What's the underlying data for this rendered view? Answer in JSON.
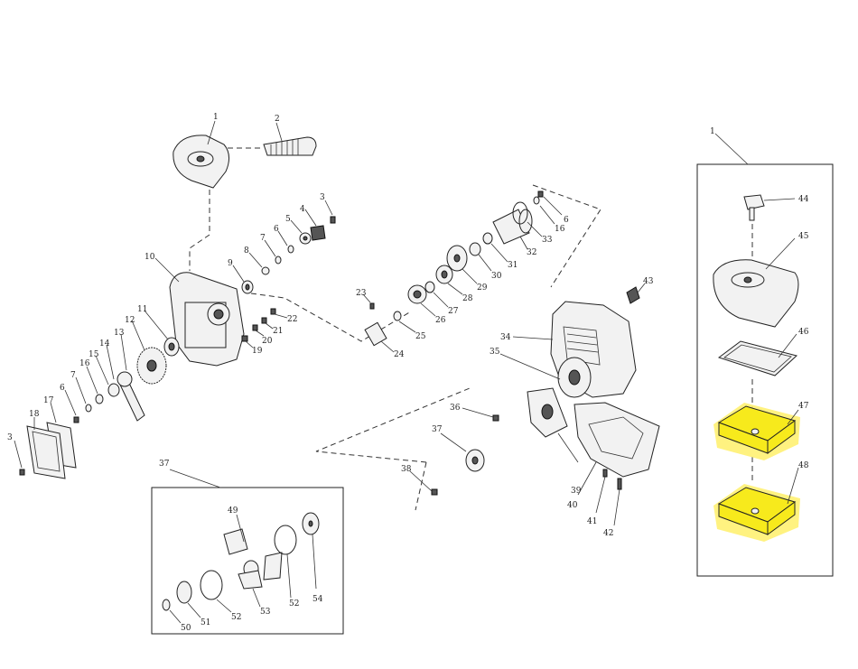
{
  "callouts": {
    "c1": "1",
    "c2": "2",
    "c3a": "3",
    "c3b": "3",
    "c4": "4",
    "c5": "5",
    "c6a": "6",
    "c6b": "6",
    "c6c": "6",
    "c7a": "7",
    "c7b": "7",
    "c8": "8",
    "c9": "9",
    "c10": "10",
    "c11": "11",
    "c12": "12",
    "c13": "13",
    "c14": "14",
    "c15": "15",
    "c16a": "16",
    "c16b": "16",
    "c17": "17",
    "c18": "18",
    "c19": "19",
    "c20": "20",
    "c21": "21",
    "c22": "22",
    "c23": "23",
    "c24": "24",
    "c25": "25",
    "c26": "26",
    "c27": "27",
    "c28": "28",
    "c29": "29",
    "c30": "30",
    "c31": "31",
    "c32": "32",
    "c33": "33",
    "c34": "34",
    "c35": "35",
    "c36": "36",
    "c37a": "37",
    "c37b": "37",
    "c38": "38",
    "c39": "39",
    "c40": "40",
    "c41": "41",
    "c42": "42",
    "c43": "43",
    "c44": "44",
    "c45": "45",
    "c46": "46",
    "c47": "47",
    "c48": "48",
    "c49": "49",
    "c50": "50",
    "c51": "51",
    "c52a": "52",
    "c52b": "52",
    "c53": "53",
    "c54": "54",
    "c1box": "1"
  },
  "highlight_color": "#f7ea1c"
}
